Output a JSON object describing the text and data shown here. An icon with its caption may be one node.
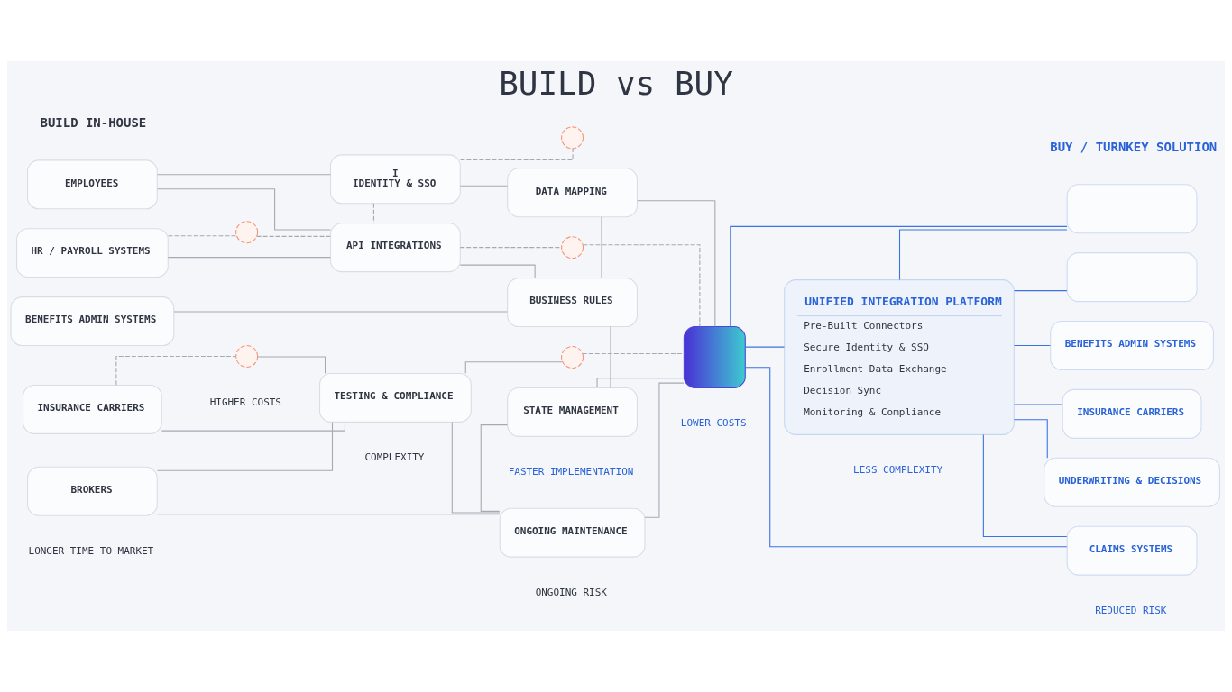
{
  "diagram": {
    "title": "BUILD vs BUY",
    "nodes": [
      {
        "text": [
          "EMPLOYEES"
        ]
      },
      {
        "text": [
          "HR / PAYROLL SYSTEMS"
        ]
      },
      {
        "text": [
          "BENEFITS ADMIN SYSTEMS"
        ]
      },
      {
        "text": [
          "INSURANCE CARRIERS"
        ]
      },
      {
        "text": [
          "BROKERS"
        ]
      },
      {
        "text": [
          "I",
          "IDENTITY & SSO"
        ]
      },
      {
        "text": [
          "DATA MAPPING"
        ]
      },
      {
        "text": [
          "API INTEGRATIONS"
        ]
      },
      {
        "text": [
          "BUSINESS RULES"
        ]
      },
      {
        "text": [
          "STATE MANAGEMENT"
        ]
      },
      {
        "text": [
          "TESTING & COMPLIANCE"
        ]
      },
      {
        "text": [
          "ONGOING MAINTENANCE"
        ]
      },
      {
        "text": [],
        "shape": "circle"
      },
      {
        "text": [],
        "shape": "circle"
      },
      {
        "text": [],
        "shape": "circle"
      },
      {
        "text": [],
        "shape": "circle"
      },
      {
        "text": [],
        "shape": "circle"
      },
      {
        "text": [],
        "shape": "box"
      },
      {
        "text": [
          "UNIFIED INTEGRATION PLATFORM",
          "Pre-Built Connectors",
          "Secure Identity & SSO",
          "Enrollment Data Exchange",
          "Decision Sync",
          "Monitoring & Compliance"
        ]
      },
      {
        "text": [],
        "shape": "box"
      },
      {
        "text": [],
        "shape": "box"
      },
      {
        "text": [
          "BENEFITS ADMIN SYSTEMS"
        ]
      },
      {
        "text": [
          "INSURANCE CARRIERS"
        ]
      },
      {
        "text": [
          "UNDERWRITING & DECISIONS"
        ]
      },
      {
        "text": [
          "CLAIMS SYSTEMS"
        ]
      }
    ],
    "edges": [
      {
        "from": 0,
        "to": 5,
        "arrow": "none"
      },
      {
        "from": 0,
        "to": 7,
        "arrow": "none"
      },
      {
        "from": 1,
        "to": 7,
        "arrow": "none"
      },
      {
        "from": 1,
        "to": 12,
        "arrow": "none",
        "style": "dashed"
      },
      {
        "from": 2,
        "to": 8,
        "arrow": "none"
      },
      {
        "from": 3,
        "to": 15,
        "arrow": "none",
        "style": "dashed"
      },
      {
        "from": 3,
        "to": 10,
        "arrow": "none"
      },
      {
        "from": 4,
        "to": 10,
        "arrow": "none"
      },
      {
        "from": 4,
        "to": 11,
        "arrow": "none"
      },
      {
        "from": 5,
        "to": 6,
        "arrow": "none"
      },
      {
        "from": 5,
        "to": 7,
        "arrow": "none",
        "style": "dashed"
      },
      {
        "from": 5,
        "to": 13,
        "arrow": "none",
        "style": "dashed"
      },
      {
        "from": 6,
        "to": 8,
        "arrow": "none"
      },
      {
        "from": 6,
        "to": 17,
        "arrow": "none"
      },
      {
        "from": 7,
        "to": 14,
        "arrow": "none",
        "style": "dashed"
      },
      {
        "from": 14,
        "to": 17,
        "arrow": "none",
        "style": "dashed"
      },
      {
        "from": 7,
        "to": 8,
        "arrow": "none"
      },
      {
        "from": 8,
        "to": 9,
        "arrow": "none"
      },
      {
        "from": 9,
        "to": 17,
        "arrow": "none"
      },
      {
        "from": 9,
        "to": 11,
        "arrow": "none"
      },
      {
        "from": 15,
        "to": 10,
        "arrow": "none"
      },
      {
        "from": 10,
        "to": 16,
        "arrow": "none"
      },
      {
        "from": 16,
        "to": 17,
        "arrow": "none",
        "style": "dashed"
      },
      {
        "from": 10,
        "to": 11,
        "arrow": "none"
      },
      {
        "from": 11,
        "to": 17,
        "arrow": "none"
      },
      {
        "from": 12,
        "to": 7,
        "arrow": "none",
        "style": "dashed"
      },
      {
        "from": 17,
        "to": 18,
        "arrow": "none",
        "color": "#3b73e3"
      },
      {
        "from": 17,
        "to": 19,
        "arrow": "none",
        "color": "#3b73e3"
      },
      {
        "from": 17,
        "to": 24,
        "arrow": "none",
        "color": "#3b73e3"
      },
      {
        "from": 18,
        "to": 19,
        "arrow": "none",
        "color": "#3b73e3"
      },
      {
        "from": 18,
        "to": 20,
        "arrow": "none",
        "color": "#3b73e3"
      },
      {
        "from": 18,
        "to": 21,
        "arrow": "none",
        "color": "#3b73e3"
      },
      {
        "from": 18,
        "to": 22,
        "arrow": "none",
        "color": "#3b73e3"
      },
      {
        "from": 18,
        "to": 23,
        "arrow": "none",
        "color": "#3b73e3"
      },
      {
        "from": 18,
        "to": 24,
        "arrow": "none",
        "color": "#3b73e3"
      }
    ],
    "labels": [
      "BUILD IN-HOUSE",
      "BUY / TURNKEY SOLUTION",
      "LONGER TIME TO MARKET",
      "HIGHER COSTS",
      "COMPLEXITY",
      "ONGOING RISK",
      "FASTER IMPLEMENTATION",
      "LOWER COSTS",
      "LESS COMPLEXITY",
      "REDUCED RISK"
    ]
  }
}
